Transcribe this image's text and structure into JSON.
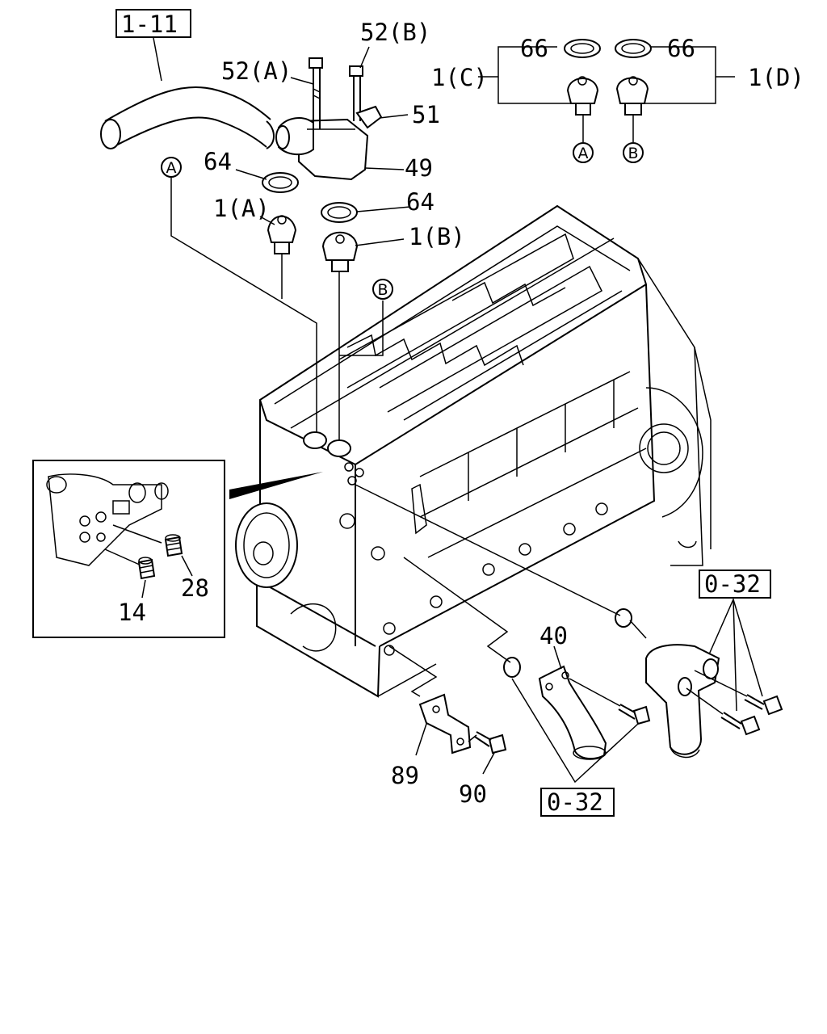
{
  "callouts": {
    "ref_1_11": "1-11",
    "p52a": "52(A)",
    "p52b": "52(B)",
    "p51": "51",
    "p49": "49",
    "p64_left": "64",
    "p64_right": "64",
    "p1a": "1(A)",
    "p1b": "1(B)",
    "p1c": "1(C)",
    "p1d": "1(D)",
    "p66_left": "66",
    "p66_right": "66",
    "p28": "28",
    "p14": "14",
    "p40": "40",
    "p89": "89",
    "p90": "90",
    "ref_0_32_top": "0-32",
    "ref_0_32_bottom": "0-32"
  },
  "markers": {
    "a_main": "A",
    "b_main": "B",
    "a_inset": "A",
    "b_inset": "B"
  }
}
